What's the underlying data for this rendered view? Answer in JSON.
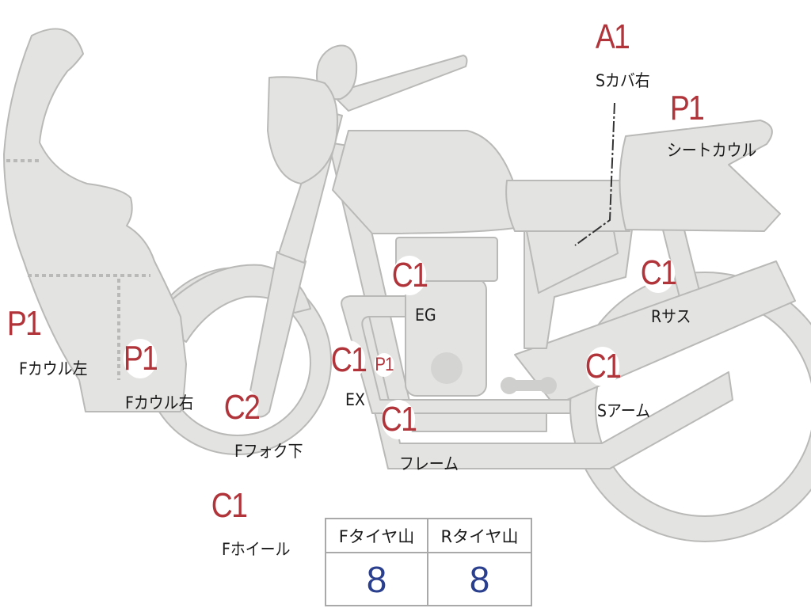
{
  "colors": {
    "part_fill": "#e3e3e1",
    "part_stroke": "#b9b9b7",
    "grade_text": "#b0343a",
    "tire_value_text": "#2b3f8f",
    "leader_line": "#333333"
  },
  "parts": [
    {
      "id": "s-cover-right",
      "grade": "A1",
      "label": "Sカバ右"
    },
    {
      "id": "seat-cowl",
      "grade": "P1",
      "label": "シートカウル"
    },
    {
      "id": "f-cowl-left",
      "grade": "P1",
      "label": "Fカウル左"
    },
    {
      "id": "f-cowl-right",
      "grade": "P1",
      "label": "Fカウル右"
    },
    {
      "id": "f-fork-lower",
      "grade": "C2",
      "label": "Fフォク下"
    },
    {
      "id": "f-wheel",
      "grade": "C1",
      "label": "Fホイール"
    },
    {
      "id": "engine",
      "grade": "C1",
      "label": "EG"
    },
    {
      "id": "exhaust",
      "grade": "C1",
      "label": "EX"
    },
    {
      "id": "exhaust-extra",
      "grade": "P1",
      "label": ""
    },
    {
      "id": "frame",
      "grade": "C1",
      "label": "フレーム"
    },
    {
      "id": "r-suspension",
      "grade": "C1",
      "label": "Rサス"
    },
    {
      "id": "swing-arm",
      "grade": "C1",
      "label": "Sアーム"
    }
  ],
  "tire_table": {
    "front_header": "Fタイヤ山",
    "rear_header": "Rタイヤ山",
    "front_value": "8",
    "rear_value": "8"
  }
}
